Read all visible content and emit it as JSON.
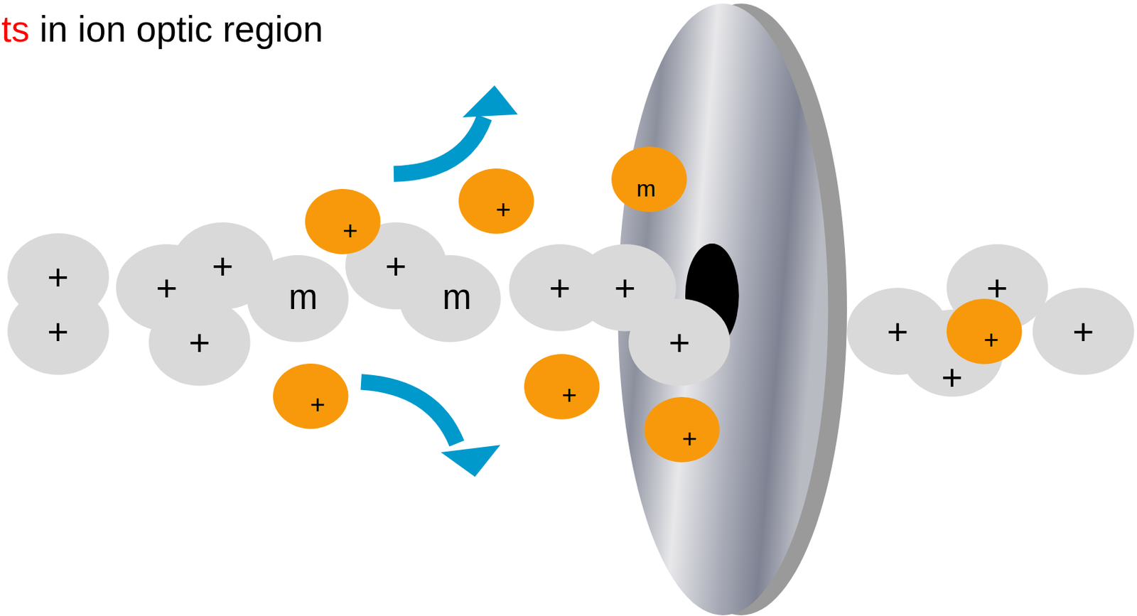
{
  "diagram": {
    "nodes": [
      {
        "text": [
          "+"
        ]
      },
      {
        "text": [
          "+"
        ]
      },
      {
        "text": [
          "+"
        ]
      },
      {
        "text": [
          "+"
        ]
      },
      {
        "text": [
          "+"
        ]
      },
      {
        "text": [
          "m"
        ]
      },
      {
        "text": [
          "+"
        ]
      },
      {
        "text": [
          "+"
        ]
      },
      {
        "text": [
          "+"
        ]
      },
      {
        "text": [
          "m"
        ]
      },
      {
        "text": [
          "+"
        ]
      },
      {
        "text": [
          "+"
        ]
      },
      {
        "text": [
          "+"
        ]
      },
      {
        "text": [
          "+"
        ]
      },
      {
        "text": [
          "m"
        ]
      },
      {
        "text": [
          "+"
        ]
      },
      {
        "text": [
          "+"
        ]
      },
      {
        "text": [
          "+"
        ]
      },
      {
        "text": [
          "+"
        ]
      },
      {
        "text": [
          "+"
        ]
      },
      {
        "text": [
          "+"
        ]
      },
      {
        "text": [
          "+"
        ]
      }
    ],
    "labels": [
      "ts",
      "in ion optic region"
    ]
  }
}
